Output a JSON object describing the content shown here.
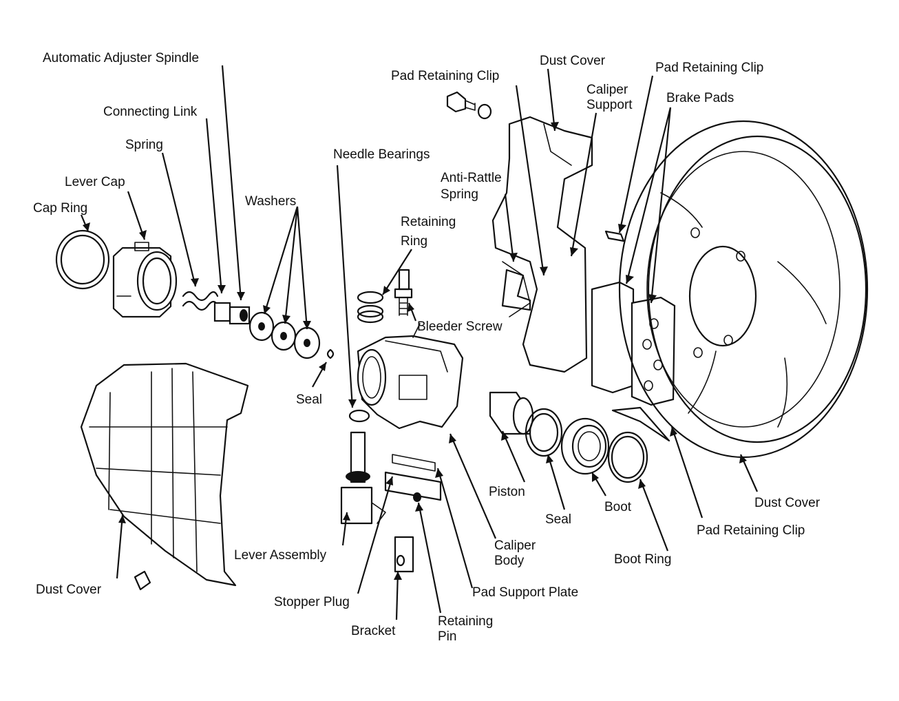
{
  "labels": {
    "automatic_adjuster_spindle": "Automatic Adjuster Spindle",
    "connecting_link": "Connecting Link",
    "spring": "Spring",
    "lever_cap": "Lever Cap",
    "cap_ring": "Cap Ring",
    "washers": "Washers",
    "needle_bearings": "Needle Bearings",
    "retaining_ring_1": "Retaining",
    "retaining_ring_2": "Ring",
    "bleeder_screw": "Bleeder Screw",
    "seal_left": "Seal",
    "dust_cover_left": "Dust Cover",
    "lever_assembly": "Lever Assembly",
    "stopper_plug": "Stopper Plug",
    "bracket": "Bracket",
    "retaining_pin_1": "Retaining",
    "retaining_pin_2": "Pin",
    "pad_support_plate": "Pad Support Plate",
    "caliper_body_1": "Caliper",
    "caliper_body_2": "Body",
    "piston": "Piston",
    "seal_right": "Seal",
    "boot": "Boot",
    "boot_ring": "Boot Ring",
    "pad_retaining_clip_bottom": "Pad Retaining Clip",
    "dust_cover_right": "Dust Cover",
    "pad_retaining_clip_top_left": "Pad Retaining Clip",
    "dust_cover_top": "Dust Cover",
    "caliper_support_1": "Caliper",
    "caliper_support_2": "Support",
    "pad_retaining_clip_top_right": "Pad Retaining Clip",
    "brake_pads": "Brake Pads",
    "anti_rattle_spring_1": "Anti-Rattle",
    "anti_rattle_spring_2": "Spring"
  }
}
